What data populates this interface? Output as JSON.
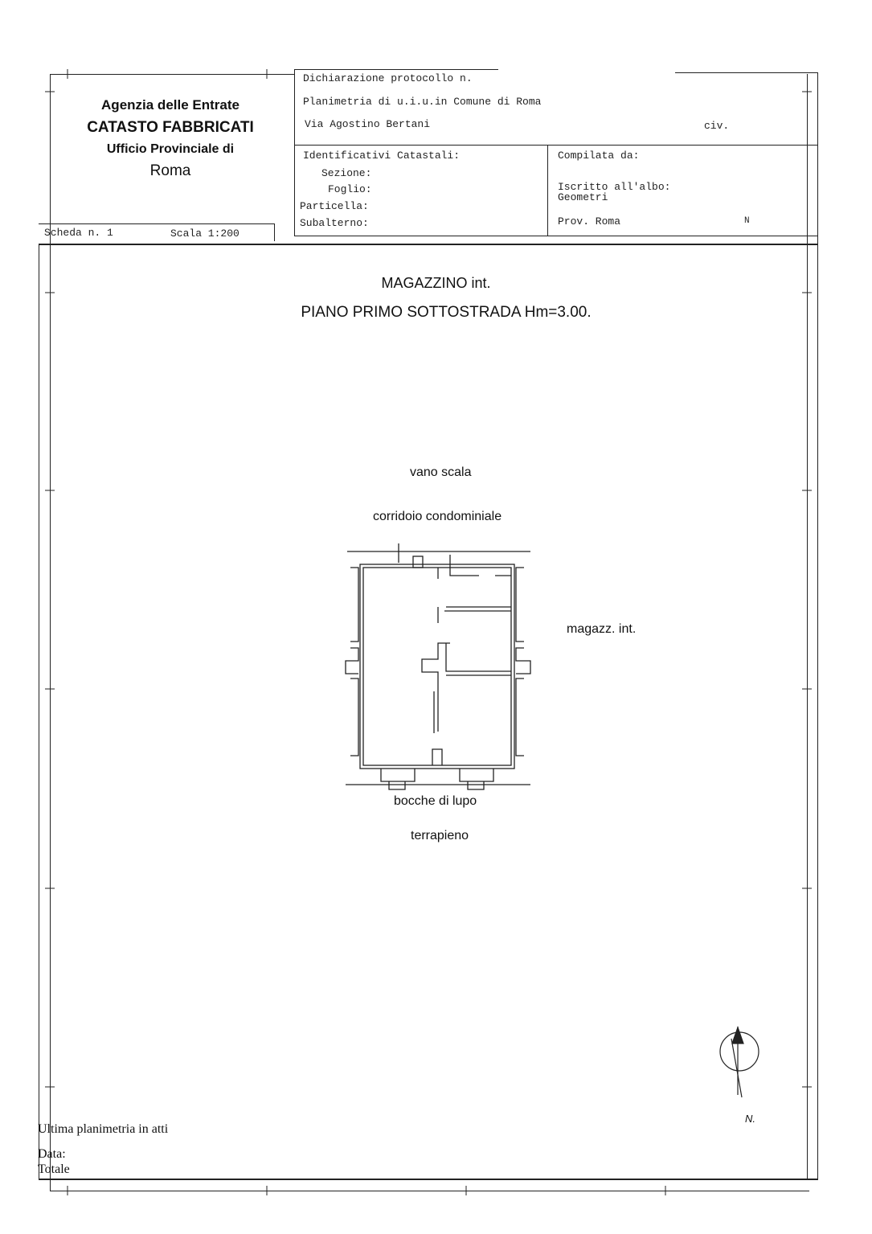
{
  "header": {
    "agency": "Agenzia delle Entrate",
    "catasto": "CATASTO FABBRICATI",
    "office": "Ufficio Provinciale di",
    "city": "Roma",
    "protocol_label": "Dichiarazione protocollo n.",
    "planimetria": "Planimetria di u.i.u.in Comune di Roma",
    "address": "Via Agostino Bertani",
    "civ_label": "civ.",
    "identificativi_label": "Identificativi Catastali:",
    "sezione_label": "Sezione:",
    "foglio_label": "Foglio:",
    "particella_label": "Particella:",
    "subalterno_label": "Subalterno:",
    "compilata_label": "Compilata da:",
    "iscritto_label": "Iscritto all'albo:",
    "geometri": "Geometri",
    "prov_label": "Prov. Roma",
    "prov_n": "N",
    "scheda": "Scheda n. 1",
    "scala": "Scala 1:200"
  },
  "plan": {
    "title": "MAGAZZINO int.",
    "subtitle": "PIANO PRIMO SOTTOSTRADA Hm=3.00.",
    "label_vano_scala": "vano scala",
    "label_corridoio": "corridoio condominiale",
    "label_magazz": "magazz. int.",
    "label_bocche": "bocche di lupo",
    "label_terrapieno": "terrapieno",
    "north_label": "N."
  },
  "footer": {
    "ultima": "Ultima planimetria in atti",
    "data_label": "Data:",
    "totale_label": "Totale"
  }
}
